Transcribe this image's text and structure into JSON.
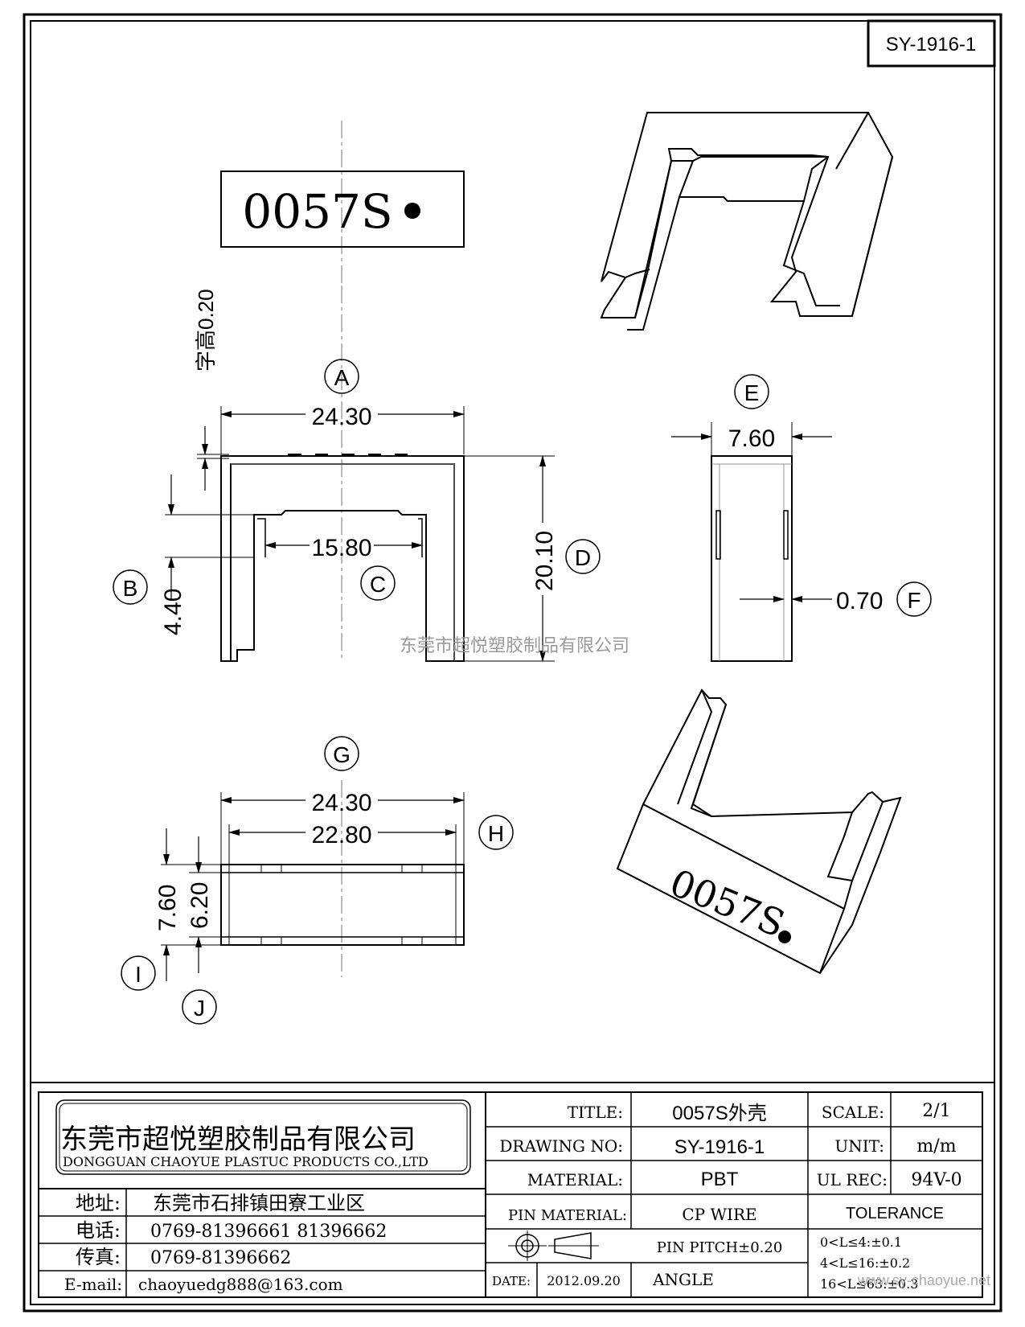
{
  "drawing_id": "SY-1916-1",
  "marking": {
    "text": "0057S",
    "char_height_label": "字高0.20"
  },
  "front_view": {
    "labels": {
      "A": "A",
      "B": "B",
      "C": "C",
      "D": "D"
    },
    "dims": {
      "width": "24.30",
      "inner_width": "15.80",
      "height": "20.10",
      "slot_depth": "4.40"
    }
  },
  "side_view": {
    "labels": {
      "E": "E",
      "F": "F"
    },
    "dims": {
      "depth": "7.60",
      "wall": "0.70"
    }
  },
  "bottom_view": {
    "labels": {
      "G": "G",
      "H": "H",
      "I": "I",
      "J": "J"
    },
    "dims": {
      "outer_width": "24.30",
      "inner_width": "22.80",
      "outer_depth": "7.60",
      "inner_depth": "6.20"
    }
  },
  "watermark_center": "东莞市超悦塑胶制品有限公司",
  "watermark_corner": "www.sy-chaoyue.net",
  "title_block": {
    "company_cn": "东莞市超悦塑胶制品有限公司",
    "company_en": "DONGGUAN CHAOYUE PLASTUC PRODUCTS CO.,LTD",
    "address_label": "地址:",
    "address": "东莞市石排镇田寮工业区",
    "phone_label": "电话:",
    "phone": "0769-81396661   81396662",
    "fax_label": "传真:",
    "fax": "0769-81396662",
    "email_label": "E-mail:",
    "email": "chaoyuedg888@163.com",
    "title_label": "TITLE:",
    "title": "0057S外壳",
    "drawing_no_label": "DRAWING NO:",
    "drawing_no": "SY-1916-1",
    "material_label": "MATERIAL:",
    "material": "PBT",
    "pin_material_label": "PIN MATERIAL:",
    "pin_material": "CP WIRE",
    "pin_pitch": "PIN PITCH±0.20",
    "date_label": "DATE:",
    "date": "2012.09.20",
    "angle_label": "ANGLE",
    "scale_label": "SCALE:",
    "scale": "2/1",
    "unit_label": "UNIT:",
    "unit": "m/m",
    "ul_label": "UL REC:",
    "ul": "94V-0",
    "tolerance_label": "TOLERANCE",
    "tolerances": [
      "0<L≤4:±0.1",
      "4<L≤16:±0.2",
      "16<L≤63:±0.3"
    ]
  }
}
